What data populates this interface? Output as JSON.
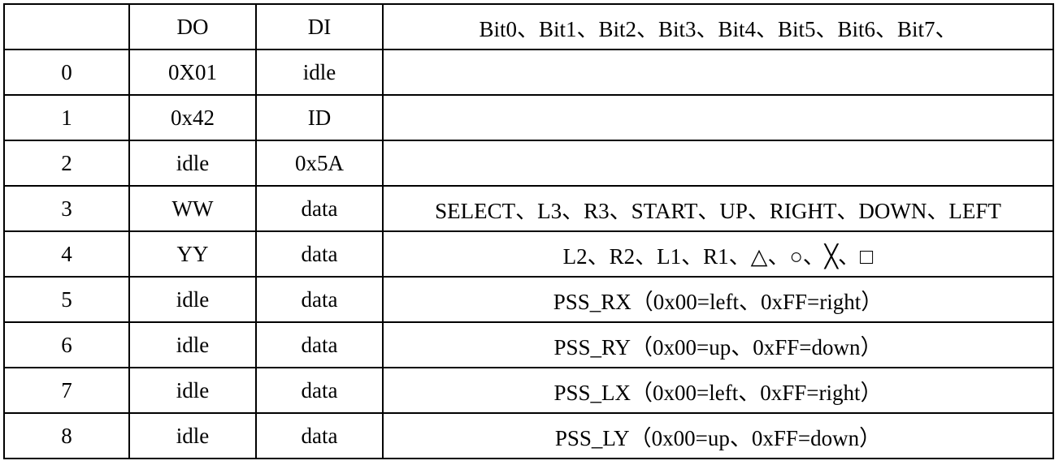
{
  "table": {
    "headers": [
      "",
      "DO",
      "DI",
      "Bit0、Bit1、Bit2、Bit3、Bit4、Bit5、Bit6、Bit7、"
    ],
    "rows": [
      [
        "0",
        "0X01",
        "idle",
        ""
      ],
      [
        "1",
        "0x42",
        "ID",
        ""
      ],
      [
        "2",
        "idle",
        "0x5A",
        ""
      ],
      [
        "3",
        "WW",
        "data",
        "SELECT、L3、R3、START、UP、RIGHT、DOWN、LEFT"
      ],
      [
        "4",
        "YY",
        "data",
        "L2、R2、L1、R1、△、○、╳、□"
      ],
      [
        "5",
        "idle",
        "data",
        "PSS_RX（0x00=left、0xFF=right）"
      ],
      [
        "6",
        "idle",
        "data",
        "PSS_RY（0x00=up、0xFF=down）"
      ],
      [
        "7",
        "idle",
        "data",
        "PSS_LX（0x00=left、0xFF=right）"
      ],
      [
        "8",
        "idle",
        "data",
        "PSS_LY（0x00=up、0xFF=down）"
      ]
    ]
  }
}
